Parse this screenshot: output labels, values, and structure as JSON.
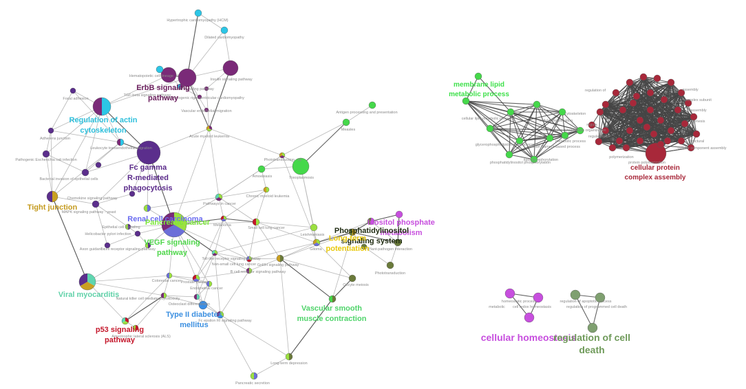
{
  "colors": {
    "edge_light": "#b8b8b8",
    "edge_dark": "#454545"
  },
  "groups": {
    "kegg": {
      "labels": [
        {
          "id": "erbb",
          "lines": [
            "ErbB signaling",
            "pathway"
          ],
          "color": "#6b1f5e"
        },
        {
          "id": "actin",
          "lines": [
            "Regulation of actin",
            "cytoskeleton"
          ],
          "color": "#2fc0dc"
        },
        {
          "id": "fcg",
          "lines": [
            "Fc gamma",
            "R-mediated",
            "phagocytosis"
          ],
          "color": "#5a2a8a"
        },
        {
          "id": "tight",
          "lines": [
            "Tight junction"
          ],
          "color": "#c49a1e"
        },
        {
          "id": "renal",
          "lines": [
            "Renal cell carcinoma"
          ],
          "color": "#6a6cf0"
        },
        {
          "id": "panc",
          "lines": [
            "Pancreatic cancer"
          ],
          "color": "#7de83a"
        },
        {
          "id": "vegf",
          "lines": [
            "VEGF signaling",
            "pathway"
          ],
          "color": "#4ed64a"
        },
        {
          "id": "viral",
          "lines": [
            "Viral myocarditis"
          ],
          "color": "#5fd1a8"
        },
        {
          "id": "p53",
          "lines": [
            "p53 signaling",
            "pathway"
          ],
          "color": "#c4162a"
        },
        {
          "id": "t2d",
          "lines": [
            "Type II diabetes",
            "mellitus"
          ],
          "color": "#3b8fe0"
        },
        {
          "id": "vsm",
          "lines": [
            "Vascular smooth",
            "muscle contraction"
          ],
          "color": "#4fd46a"
        },
        {
          "id": "inositol",
          "lines": [
            "Inositol phosphate",
            "metabolism"
          ],
          "color": "#c74fde"
        },
        {
          "id": "phosph",
          "lines": [
            "Phosphatidylinositol",
            "signaling system"
          ],
          "color": "#1e2a10"
        },
        {
          "id": "ltp",
          "lines": [
            "Long-term",
            "potentiation"
          ],
          "color": "#e8c80a"
        }
      ],
      "small_labels": [
        {
          "id": "hcm",
          "text": "Hypertrophic cardiomyopathy (HCM)"
        },
        {
          "id": "dcm",
          "text": "Dilated cardiomyopathy"
        },
        {
          "id": "insulin",
          "text": "Insulin signaling pathway"
        },
        {
          "id": "hemat",
          "text": "Hematopoietic cell lineage"
        },
        {
          "id": "tgfb",
          "text": "TGF-beta signaling pathway"
        },
        {
          "id": "erbbp",
          "text": "ErbB signaling pathway"
        },
        {
          "id": "arvc",
          "text": "Arrhythmogenic right ventricular cardiomyopathy"
        },
        {
          "id": "leuko_mig",
          "text": "Vascular endothelial migration"
        },
        {
          "id": "focal",
          "text": "Focal adhesion"
        },
        {
          "id": "aml",
          "text": "Acute myeloid leukemia"
        },
        {
          "id": "antigen",
          "text": "Antigen processing and presentation"
        },
        {
          "id": "measles",
          "text": "Measles"
        },
        {
          "id": "adherens",
          "text": "Adherens junction"
        },
        {
          "id": "leuko",
          "text": "Leukocyte transendothelial migration"
        },
        {
          "id": "pecoli",
          "text": "Pathogenic Escherichia coli infection"
        },
        {
          "id": "bact",
          "text": "Bacterial invasion of epithelial cells"
        },
        {
          "id": "photo",
          "text": "Phototransduction - fly"
        },
        {
          "id": "toxo",
          "text": "Toxoplasmosis"
        },
        {
          "id": "amoeb",
          "text": "Amoebiasis"
        },
        {
          "id": "cml",
          "text": "Chronic myeloid leukemia"
        },
        {
          "id": "chemok",
          "text": "Chemokine signaling pathway"
        },
        {
          "id": "mapk",
          "text": "MAPK signaling pathway - yeast"
        },
        {
          "id": "pic",
          "text": "Pathways in cancer"
        },
        {
          "id": "epith",
          "text": "Epithelial cell signaling"
        },
        {
          "id": "helico",
          "text": "Helicobacter pylori infection"
        },
        {
          "id": "axon",
          "text": "Axon guidance"
        },
        {
          "id": "tcell",
          "text": "T cell receptor signaling pathway"
        },
        {
          "id": "melan",
          "text": "Melanoma"
        },
        {
          "id": "sclc",
          "text": "Small cell lung cancer"
        },
        {
          "id": "leish",
          "text": "Leishmaniasis"
        },
        {
          "id": "glioma",
          "text": "Glioma"
        },
        {
          "id": "plantp",
          "text": "Plant-pathogen interaction"
        },
        {
          "id": "photot",
          "text": "Phototransduction"
        },
        {
          "id": "toll",
          "text": "Toll-like receptor signaling pathway"
        },
        {
          "id": "nsclc",
          "text": "Non-small cell lung cancer"
        },
        {
          "id": "gnrh",
          "text": "GnRH signaling pathway"
        },
        {
          "id": "bcell",
          "text": "B cell receptor signaling pathway"
        },
        {
          "id": "colorectal",
          "text": "Colorectal cancer"
        },
        {
          "id": "prostate",
          "text": "Prostate cancer"
        },
        {
          "id": "endomet",
          "text": "Endometrial cancer"
        },
        {
          "id": "nkcell",
          "text": "Natural killer cell mediated cytotoxicity"
        },
        {
          "id": "osteo",
          "text": "Osteoclast differentiation"
        },
        {
          "id": "oocyte",
          "text": "Oocyte meiosis"
        },
        {
          "id": "fceri",
          "text": "Fc epsilon RI signaling pathway"
        },
        {
          "id": "als",
          "text": "Amyotrophic lateral sclerosis (ALS)"
        },
        {
          "id": "ltd",
          "text": "Long-term depression"
        },
        {
          "id": "pancsec",
          "text": "Pancreatic secretion"
        }
      ]
    },
    "membrane": {
      "labels": [
        {
          "id": "mlmp",
          "lines": [
            "membrane lipid",
            "metabolic process"
          ],
          "color": "#3ee04a"
        }
      ],
      "small_labels": [
        {
          "id": "clmp",
          "text": "cellular lipid metabolic process"
        },
        {
          "id": "modif",
          "text": "cellular modification"
        },
        {
          "id": "cyto",
          "text": "cytoskeleton"
        },
        {
          "id": "metab",
          "text": "metabolic process"
        },
        {
          "id": "gpmp",
          "text": "glycerophospholipid metabolic process"
        },
        {
          "id": "lipidp",
          "text": "lipid phosphorylation"
        },
        {
          "id": "pip",
          "text": "phosphatidylinositol phosphorylation"
        },
        {
          "id": "actorg",
          "text": "actin cytoskeleton organization"
        },
        {
          "id": "actfil",
          "text": "actin filament-based process"
        }
      ]
    },
    "protein": {
      "labels": [
        {
          "id": "cpca",
          "lines": [
            "cellular protein",
            "complex assembly"
          ],
          "color": "#a8283a"
        }
      ],
      "small_labels": [
        {
          "id": "reg1",
          "text": "regulation of"
        },
        {
          "id": "assembly",
          "text": "assembly"
        },
        {
          "id": "subunit",
          "text": "complex subunit"
        },
        {
          "id": "sasm",
          "text": "assembly"
        },
        {
          "id": "genesis",
          "text": "genesis"
        },
        {
          "id": "regula",
          "text": "regula"
        },
        {
          "id": "reg2",
          "text": "regulation of"
        },
        {
          "id": "structural",
          "text": "structural"
        },
        {
          "id": "compasm",
          "text": "cellular component assembly"
        },
        {
          "id": "polym",
          "text": "polymerization"
        },
        {
          "id": "protpoly",
          "text": "protein polymerization"
        }
      ]
    },
    "homeostasis": {
      "labels": [
        {
          "id": "homeo",
          "lines": [
            "cellular homeostasis"
          ],
          "color": "#c74fde"
        },
        {
          "id": "death",
          "lines": [
            "regulation of cell",
            "death"
          ],
          "color": "#6f9a5a"
        }
      ],
      "small_labels": [
        {
          "id": "hp",
          "text": "homeostatic process"
        },
        {
          "id": "metabolic",
          "text": "metabolic"
        },
        {
          "id": "redox",
          "text": "cell redox homeostasis"
        },
        {
          "id": "regap",
          "text": "regulation of apoptotic process"
        },
        {
          "id": "regpcd",
          "text": "regulation of programmed cell death"
        }
      ]
    }
  }
}
